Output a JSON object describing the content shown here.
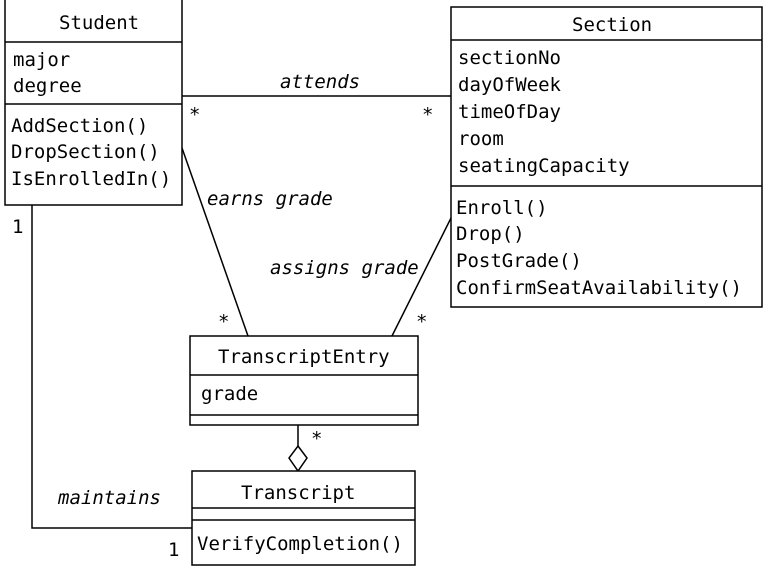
{
  "classes": {
    "student": {
      "name": "Student",
      "attributes": [
        "major",
        "degree"
      ],
      "operations": [
        "AddSection()",
        "DropSection()",
        "IsEnrolledIn()"
      ]
    },
    "section": {
      "name": "Section",
      "attributes": [
        "sectionNo",
        "dayOfWeek",
        "timeOfDay",
        "room",
        "seatingCapacity"
      ],
      "operations": [
        "Enroll()",
        "Drop()",
        "PostGrade()",
        "ConfirmSeatAvailability()"
      ]
    },
    "transcript_entry": {
      "name": "TranscriptEntry",
      "attributes": [
        "grade"
      ],
      "operations": []
    },
    "transcript": {
      "name": "Transcript",
      "attributes": [],
      "operations": [
        "VerifyCompletion()"
      ]
    }
  },
  "associations": {
    "attends": {
      "label": "attends",
      "mult_student": "*",
      "mult_section": "*"
    },
    "earns_grade": {
      "label": "earns grade",
      "mult_entry": "*"
    },
    "assigns_grade": {
      "label": "assigns grade",
      "mult_entry": "*"
    },
    "aggregation": {
      "mult_entry": "*"
    },
    "maintains": {
      "label": "maintains",
      "mult_student": "1",
      "mult_transcript": "1"
    }
  }
}
